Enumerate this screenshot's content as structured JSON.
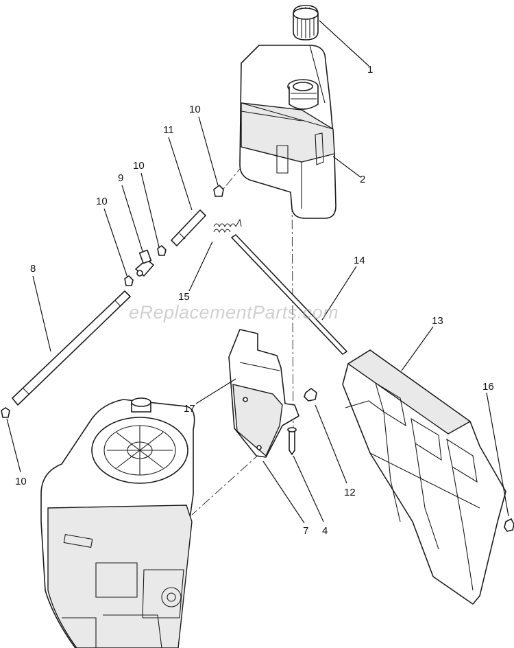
{
  "watermark": "eReplacementParts.com",
  "callouts": {
    "c1": "1",
    "c2": "2",
    "c4": "4",
    "c7": "7",
    "c8": "8",
    "c9": "9",
    "c10a": "10",
    "c10b": "10",
    "c10c": "10",
    "c10d": "10",
    "c11": "11",
    "c12": "12",
    "c13": "13",
    "c14": "14",
    "c15": "15",
    "c16": "16",
    "c17": "17"
  }
}
